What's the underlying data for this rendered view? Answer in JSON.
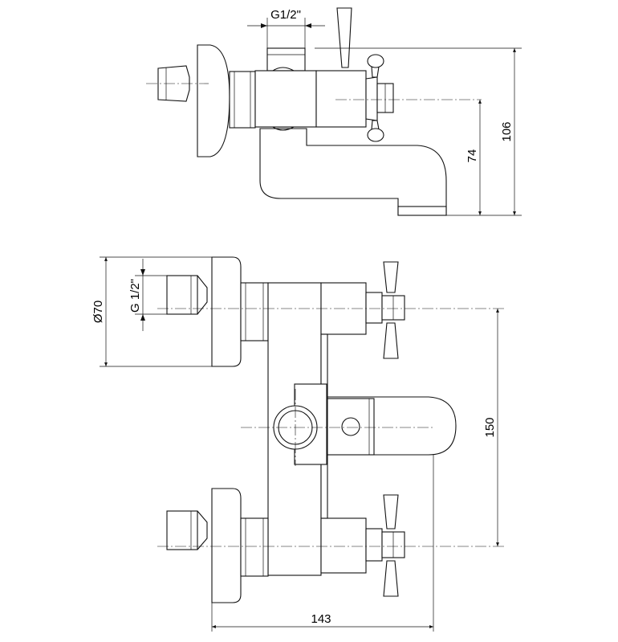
{
  "dimensions": {
    "thread_top": "G1/2\"",
    "height_overall": "106",
    "height_spout": "74",
    "diameter_flange": "Ø70",
    "thread_side": "G 1/2\"",
    "center_distance": "150",
    "depth": "143"
  }
}
